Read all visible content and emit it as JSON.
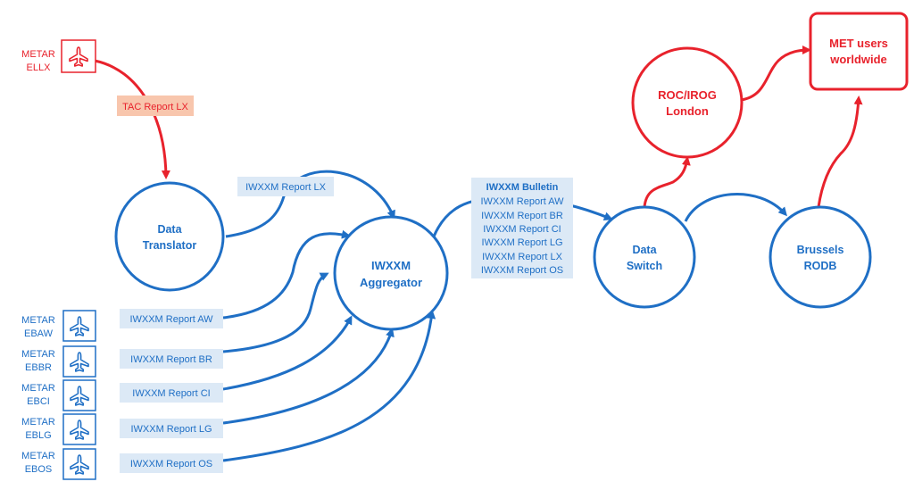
{
  "colors": {
    "blue": "#1f6fc5",
    "red": "#e8222c",
    "label_bg": "#dce9f6",
    "tac_bg": "#f8c6ad"
  },
  "icons": {
    "station": "airplane-icon"
  },
  "ellx": {
    "line1": "METAR",
    "line2": "ELLX",
    "report_label": "TAC Report LX"
  },
  "stations": [
    {
      "line1": "METAR",
      "line2": "EBAW",
      "report": "IWXXM Report AW"
    },
    {
      "line1": "METAR",
      "line2": "EBBR",
      "report": "IWXXM Report BR"
    },
    {
      "line1": "METAR",
      "line2": "EBCI",
      "report": "IWXXM Report CI"
    },
    {
      "line1": "METAR",
      "line2": "EBLG",
      "report": "IWXXM Report LG"
    },
    {
      "line1": "METAR",
      "line2": "EBOS",
      "report": "IWXXM Report OS"
    }
  ],
  "translator": {
    "line1": "Data",
    "line2": "Translator",
    "output_label": "IWXXM Report LX"
  },
  "aggregator": {
    "line1": "IWXXM",
    "line2": "Aggregator"
  },
  "bulletin": {
    "title": "IWXXM Bulletin",
    "items": [
      "IWXXM Report AW",
      "IWXXM Report BR",
      "IWXXM Report CI",
      "IWXXM Report LG",
      "IWXXM Report LX",
      "IWXXM Report OS"
    ]
  },
  "switch": {
    "line1": "Data",
    "line2": "Switch"
  },
  "rodb": {
    "line1": "Brussels",
    "line2": "RODB"
  },
  "roc": {
    "line1": "ROC/IROG",
    "line2": "London"
  },
  "met": {
    "line1": "MET users",
    "line2": "worldwide"
  }
}
